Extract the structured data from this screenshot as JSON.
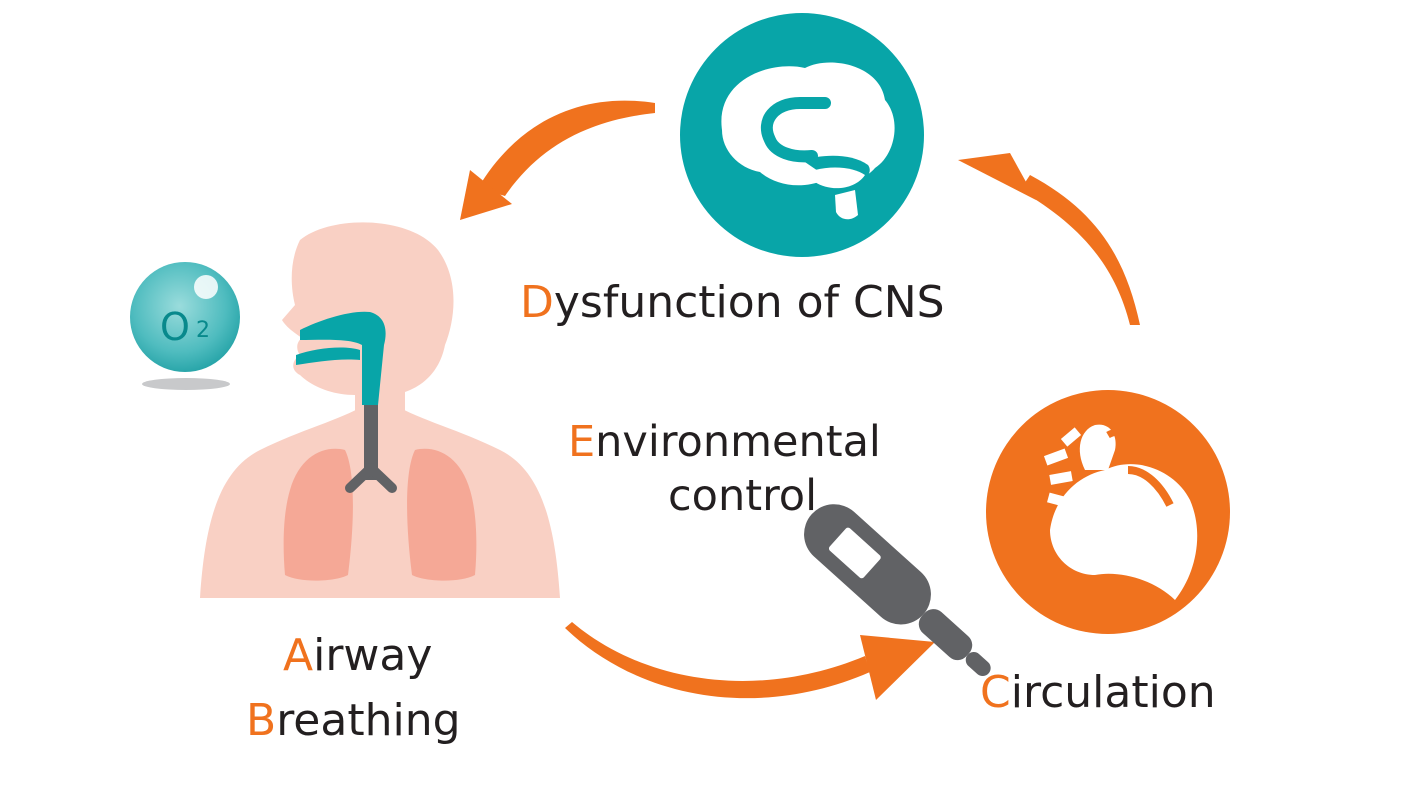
{
  "labels": {
    "cns": {
      "initial": "D",
      "rest": "ysfunction of CNS"
    },
    "env_line1": {
      "initial": "E",
      "rest": "nvironmental"
    },
    "env_line2": "control",
    "airway": {
      "initial": "A",
      "rest": "irway"
    },
    "breathing": {
      "initial": "B",
      "rest": "reathing"
    },
    "circulation": {
      "initial": "C",
      "rest": "irculation"
    }
  },
  "oxygen": {
    "symbol": "O",
    "subscript": "2"
  },
  "icons": {
    "brain": "brain-icon",
    "heart": "heart-icon",
    "body": "human-respiratory-icon",
    "thermometer": "thermometer-icon",
    "oxygen": "oxygen-bubble-icon"
  },
  "colors": {
    "accent_orange": "#f0721e",
    "teal": "#08a5a8",
    "skin": "#f9d0c4",
    "lungs": "#f5a896",
    "grey": "#616265",
    "text": "#231f20"
  }
}
